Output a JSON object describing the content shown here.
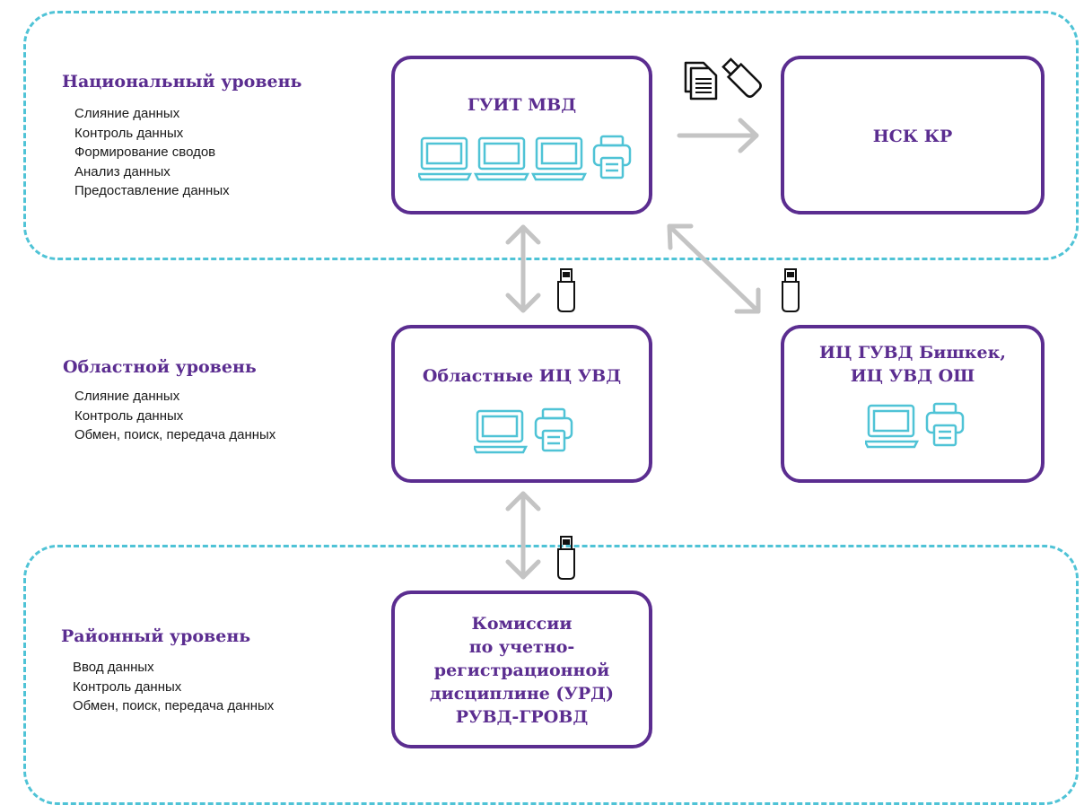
{
  "levels": {
    "national": {
      "title": "Национальный уровень",
      "items": [
        "Слияние данных",
        "Контроль данных",
        "Формирование сводов",
        "Анализ данных",
        "Предоставление данных"
      ]
    },
    "regional": {
      "title": "Областной уровень",
      "items": [
        "Слияние данных",
        "Контроль данных",
        "Обмен, поиск, передача данных"
      ]
    },
    "district": {
      "title": "Районный уровень",
      "items": [
        "Ввод данных",
        "Контроль данных",
        "Обмен, поиск, передача данных"
      ]
    }
  },
  "boxes": {
    "guit": {
      "lines": [
        "ГУИТ МВД"
      ],
      "equipment": [
        "laptop-icon",
        "laptop-icon",
        "laptop-icon",
        "printer-icon"
      ]
    },
    "nsk": {
      "lines": [
        "НСК КР"
      ]
    },
    "obl": {
      "lines": [
        "Областные ИЦ УВД"
      ],
      "equipment": [
        "laptop-icon",
        "printer-icon"
      ]
    },
    "ic": {
      "lines": [
        "ИЦ ГУВД Бишкек,",
        "ИЦ УВД ОШ"
      ],
      "equipment": [
        "laptop-icon",
        "printer-icon"
      ]
    },
    "kom": {
      "lines": [
        "Комиссии",
        "по учетно-",
        "регистрационной",
        "дисциплине (УРД)",
        "РУВД-ГРОВД"
      ]
    }
  },
  "colors": {
    "box_border": "#5b2d90",
    "title": "#5b2d90",
    "zone_border": "#4fc3d6",
    "equipment": "#4fc3d6",
    "arrow": "#c4c4c4"
  }
}
